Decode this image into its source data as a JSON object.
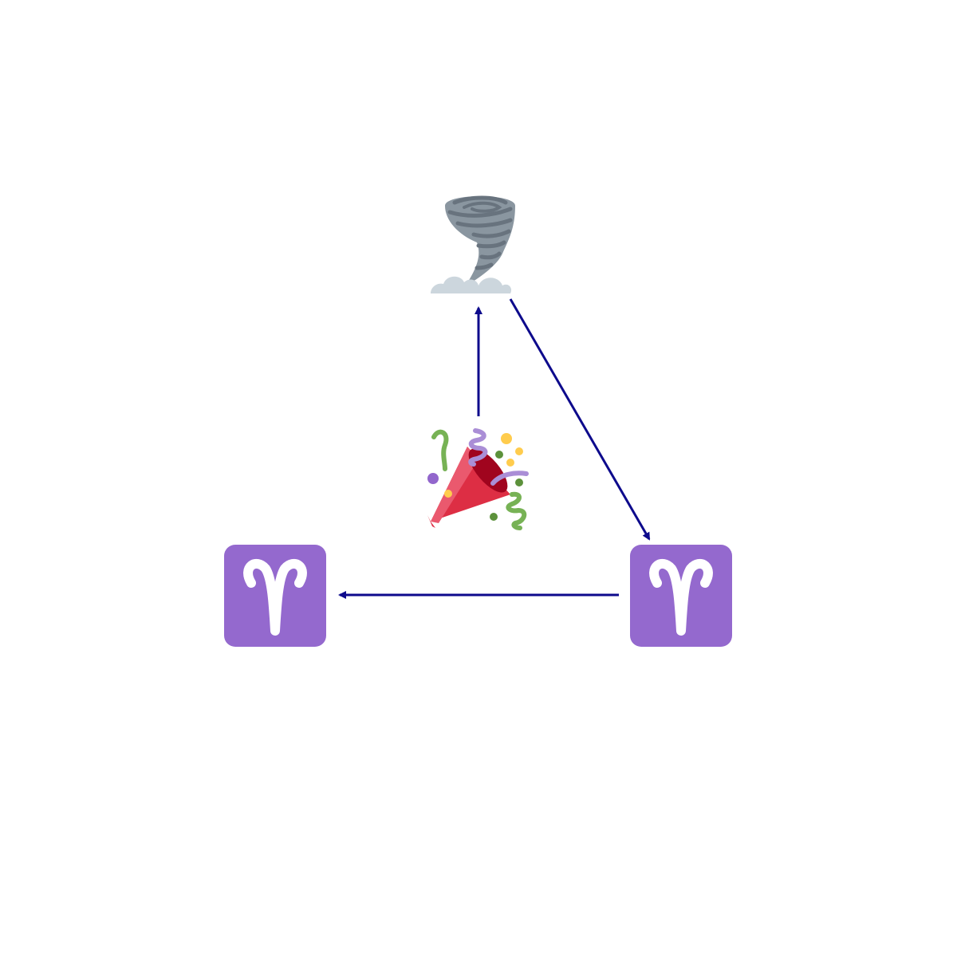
{
  "diagram": {
    "nodes": [
      {
        "id": "tornado",
        "icon": "tornado-icon",
        "kind": "emoji"
      },
      {
        "id": "party-popper",
        "icon": "party-popper-icon",
        "kind": "emoji"
      },
      {
        "id": "aries-left",
        "icon": "aries-icon",
        "kind": "zodiac-tile"
      },
      {
        "id": "aries-right",
        "icon": "aries-icon",
        "kind": "zodiac-tile"
      }
    ],
    "edges": [
      {
        "from": "party-popper",
        "to": "tornado"
      },
      {
        "from": "tornado",
        "to": "aries-right"
      },
      {
        "from": "aries-right",
        "to": "aries-left"
      }
    ]
  },
  "colors": {
    "arrow": "#0d0a8c",
    "aries_tile": "#9469ce",
    "aries_glyph": "#ffffff",
    "tornado_dark": "#68737e",
    "tornado_light": "#8a96a0",
    "cloud": "#ccd6dd",
    "popper_red": "#dd2e44",
    "popper_dark": "#a0041e",
    "popper_light": "#ea596e",
    "confetti_purple": "#aa8ed6",
    "confetti_green": "#77b255",
    "confetti_yellow": "#ffcc4d",
    "confetti_dark_green": "#5c913b",
    "confetti_violet": "#9266cc"
  }
}
